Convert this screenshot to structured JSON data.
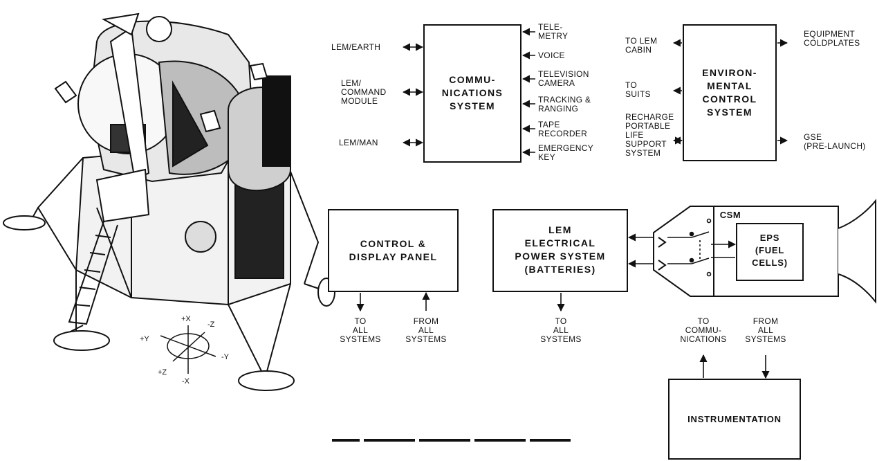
{
  "axes": {
    "plus_x": "+X",
    "minus_z": "-Z",
    "plus_y": "+Y",
    "minus_y": "-Y",
    "plus_z": "+Z",
    "minus_x": "-X"
  },
  "communications": {
    "box": "COMMU-\nNICATIONS\nSYSTEM",
    "left_links": [
      "LEM/EARTH",
      "LEM/\nCOMMAND\nMODULE",
      "LEM/MAN"
    ],
    "right_links": [
      "TELE-\nMETRY",
      "VOICE",
      "TELEVISION\nCAMERA",
      "TRACKING &\nRANGING",
      "TAPE\nRECORDER",
      "EMERGENCY\nKEY"
    ]
  },
  "environmental": {
    "box": "ENVIRON-\nMENTAL\nCONTROL\nSYSTEM",
    "left_links": [
      "TO LEM\nCABIN",
      "TO\nSUITS",
      "RECHARGE\nPORTABLE\nLIFE\nSUPPORT\nSYSTEM"
    ],
    "right_links": [
      "EQUIPMENT\nCOLDPLATES",
      "GSE\n(PRE-LAUNCH)"
    ]
  },
  "control_display": {
    "box": "CONTROL &\nDISPLAY PANEL",
    "to": "TO\nALL\nSYSTEMS",
    "from": "FROM\nALL\nSYSTEMS"
  },
  "electrical": {
    "box": "LEM\nELECTRICAL\nPOWER SYSTEM\n(BATTERIES)",
    "to": "TO\nALL\nSYSTEMS"
  },
  "csm": {
    "label": "CSM",
    "eps": "EPS\n(FUEL\nCELLS)"
  },
  "instrumentation": {
    "box": "INSTRUMENTATION",
    "to": "TO\nCOMMU-\nNICATIONS",
    "from": "FROM\nALL\nSYSTEMS"
  }
}
